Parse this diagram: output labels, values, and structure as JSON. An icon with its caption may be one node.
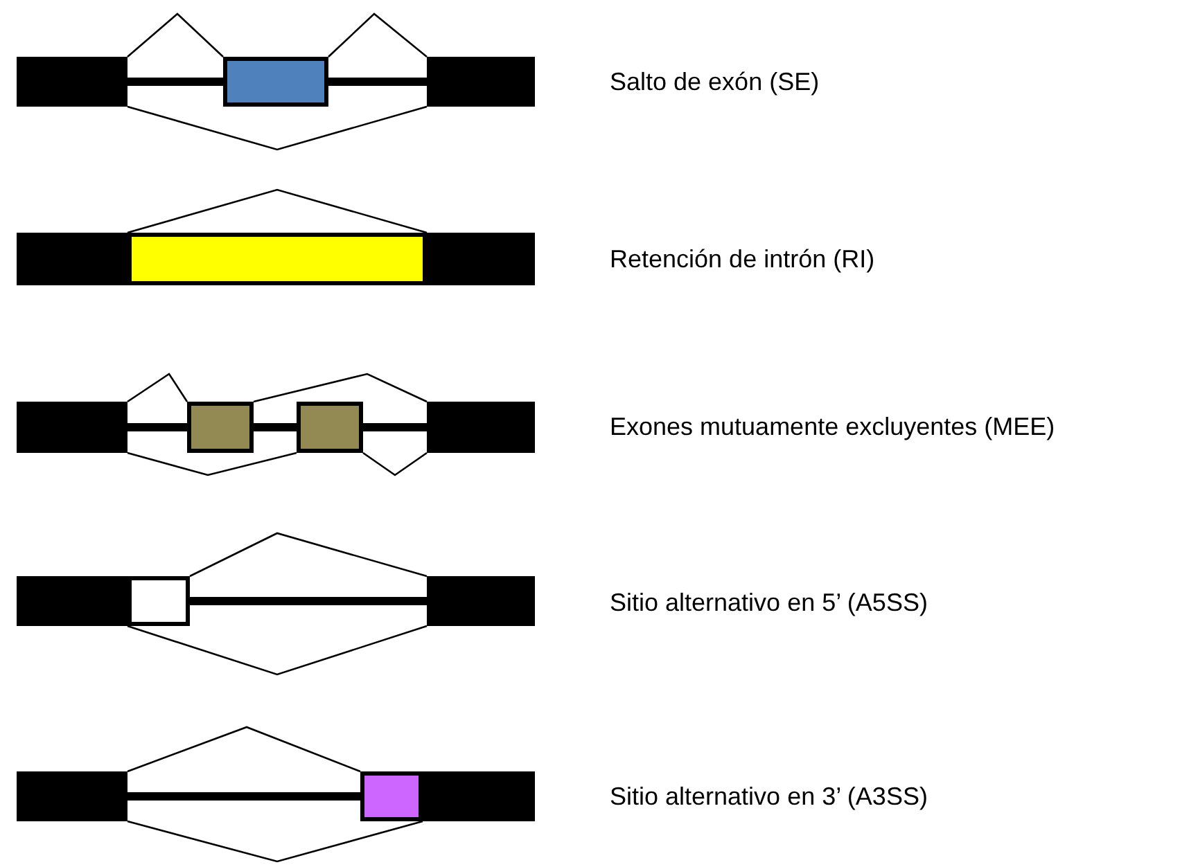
{
  "diagram": {
    "nodes": [
      {
        "text": [],
        "shape": "box"
      },
      {
        "text": [],
        "shape": "box"
      },
      {
        "text": [],
        "shape": "box"
      },
      {
        "text": [],
        "shape": "box"
      },
      {
        "text": [],
        "shape": "box"
      },
      {
        "text": [],
        "shape": "box"
      },
      {
        "text": [],
        "shape": "box"
      },
      {
        "text": [],
        "shape": "box"
      },
      {
        "text": [],
        "shape": "box"
      },
      {
        "text": [],
        "shape": "box"
      },
      {
        "text": [],
        "shape": "box"
      },
      {
        "text": [],
        "shape": "box"
      },
      {
        "text": [],
        "shape": "box"
      },
      {
        "text": [],
        "shape": "box"
      },
      {
        "text": [],
        "shape": "box"
      },
      {
        "text": [],
        "shape": "box"
      }
    ],
    "edges": [
      {
        "from": 0,
        "to": 1,
        "arrow": "none",
        "style": "thick"
      },
      {
        "from": 1,
        "to": 2,
        "arrow": "none",
        "style": "thick"
      },
      {
        "from": 0,
        "to": 1,
        "arrow": "none"
      },
      {
        "from": 1,
        "to": 2,
        "arrow": "none"
      },
      {
        "from": 0,
        "to": 2,
        "arrow": "none"
      },
      {
        "from": 3,
        "to": 5,
        "arrow": "none"
      },
      {
        "from": 6,
        "to": 7,
        "arrow": "none",
        "style": "thick"
      },
      {
        "from": 7,
        "to": 8,
        "arrow": "none",
        "style": "thick"
      },
      {
        "from": 8,
        "to": 9,
        "arrow": "none",
        "style": "thick"
      },
      {
        "from": 6,
        "to": 7,
        "arrow": "none"
      },
      {
        "from": 7,
        "to": 9,
        "arrow": "none"
      },
      {
        "from": 6,
        "to": 8,
        "arrow": "none"
      },
      {
        "from": 8,
        "to": 9,
        "arrow": "none"
      },
      {
        "from": 11,
        "to": 12,
        "arrow": "none",
        "style": "thick"
      },
      {
        "from": 11,
        "to": 12,
        "arrow": "none"
      },
      {
        "from": 10,
        "to": 12,
        "arrow": "none"
      },
      {
        "from": 13,
        "to": 14,
        "arrow": "none",
        "style": "thick"
      },
      {
        "from": 13,
        "to": 14,
        "arrow": "none"
      },
      {
        "from": 13,
        "to": 15,
        "arrow": "none"
      }
    ],
    "labels": [
      "Salto de exón (SE)",
      "Retención de intrón (RI)",
      "Exones mutuamente excluyentes (MEE)",
      "Sitio alternativo en 5’ (A5SS)",
      "Sitio alternativo en 3’ (A3SS)"
    ]
  }
}
